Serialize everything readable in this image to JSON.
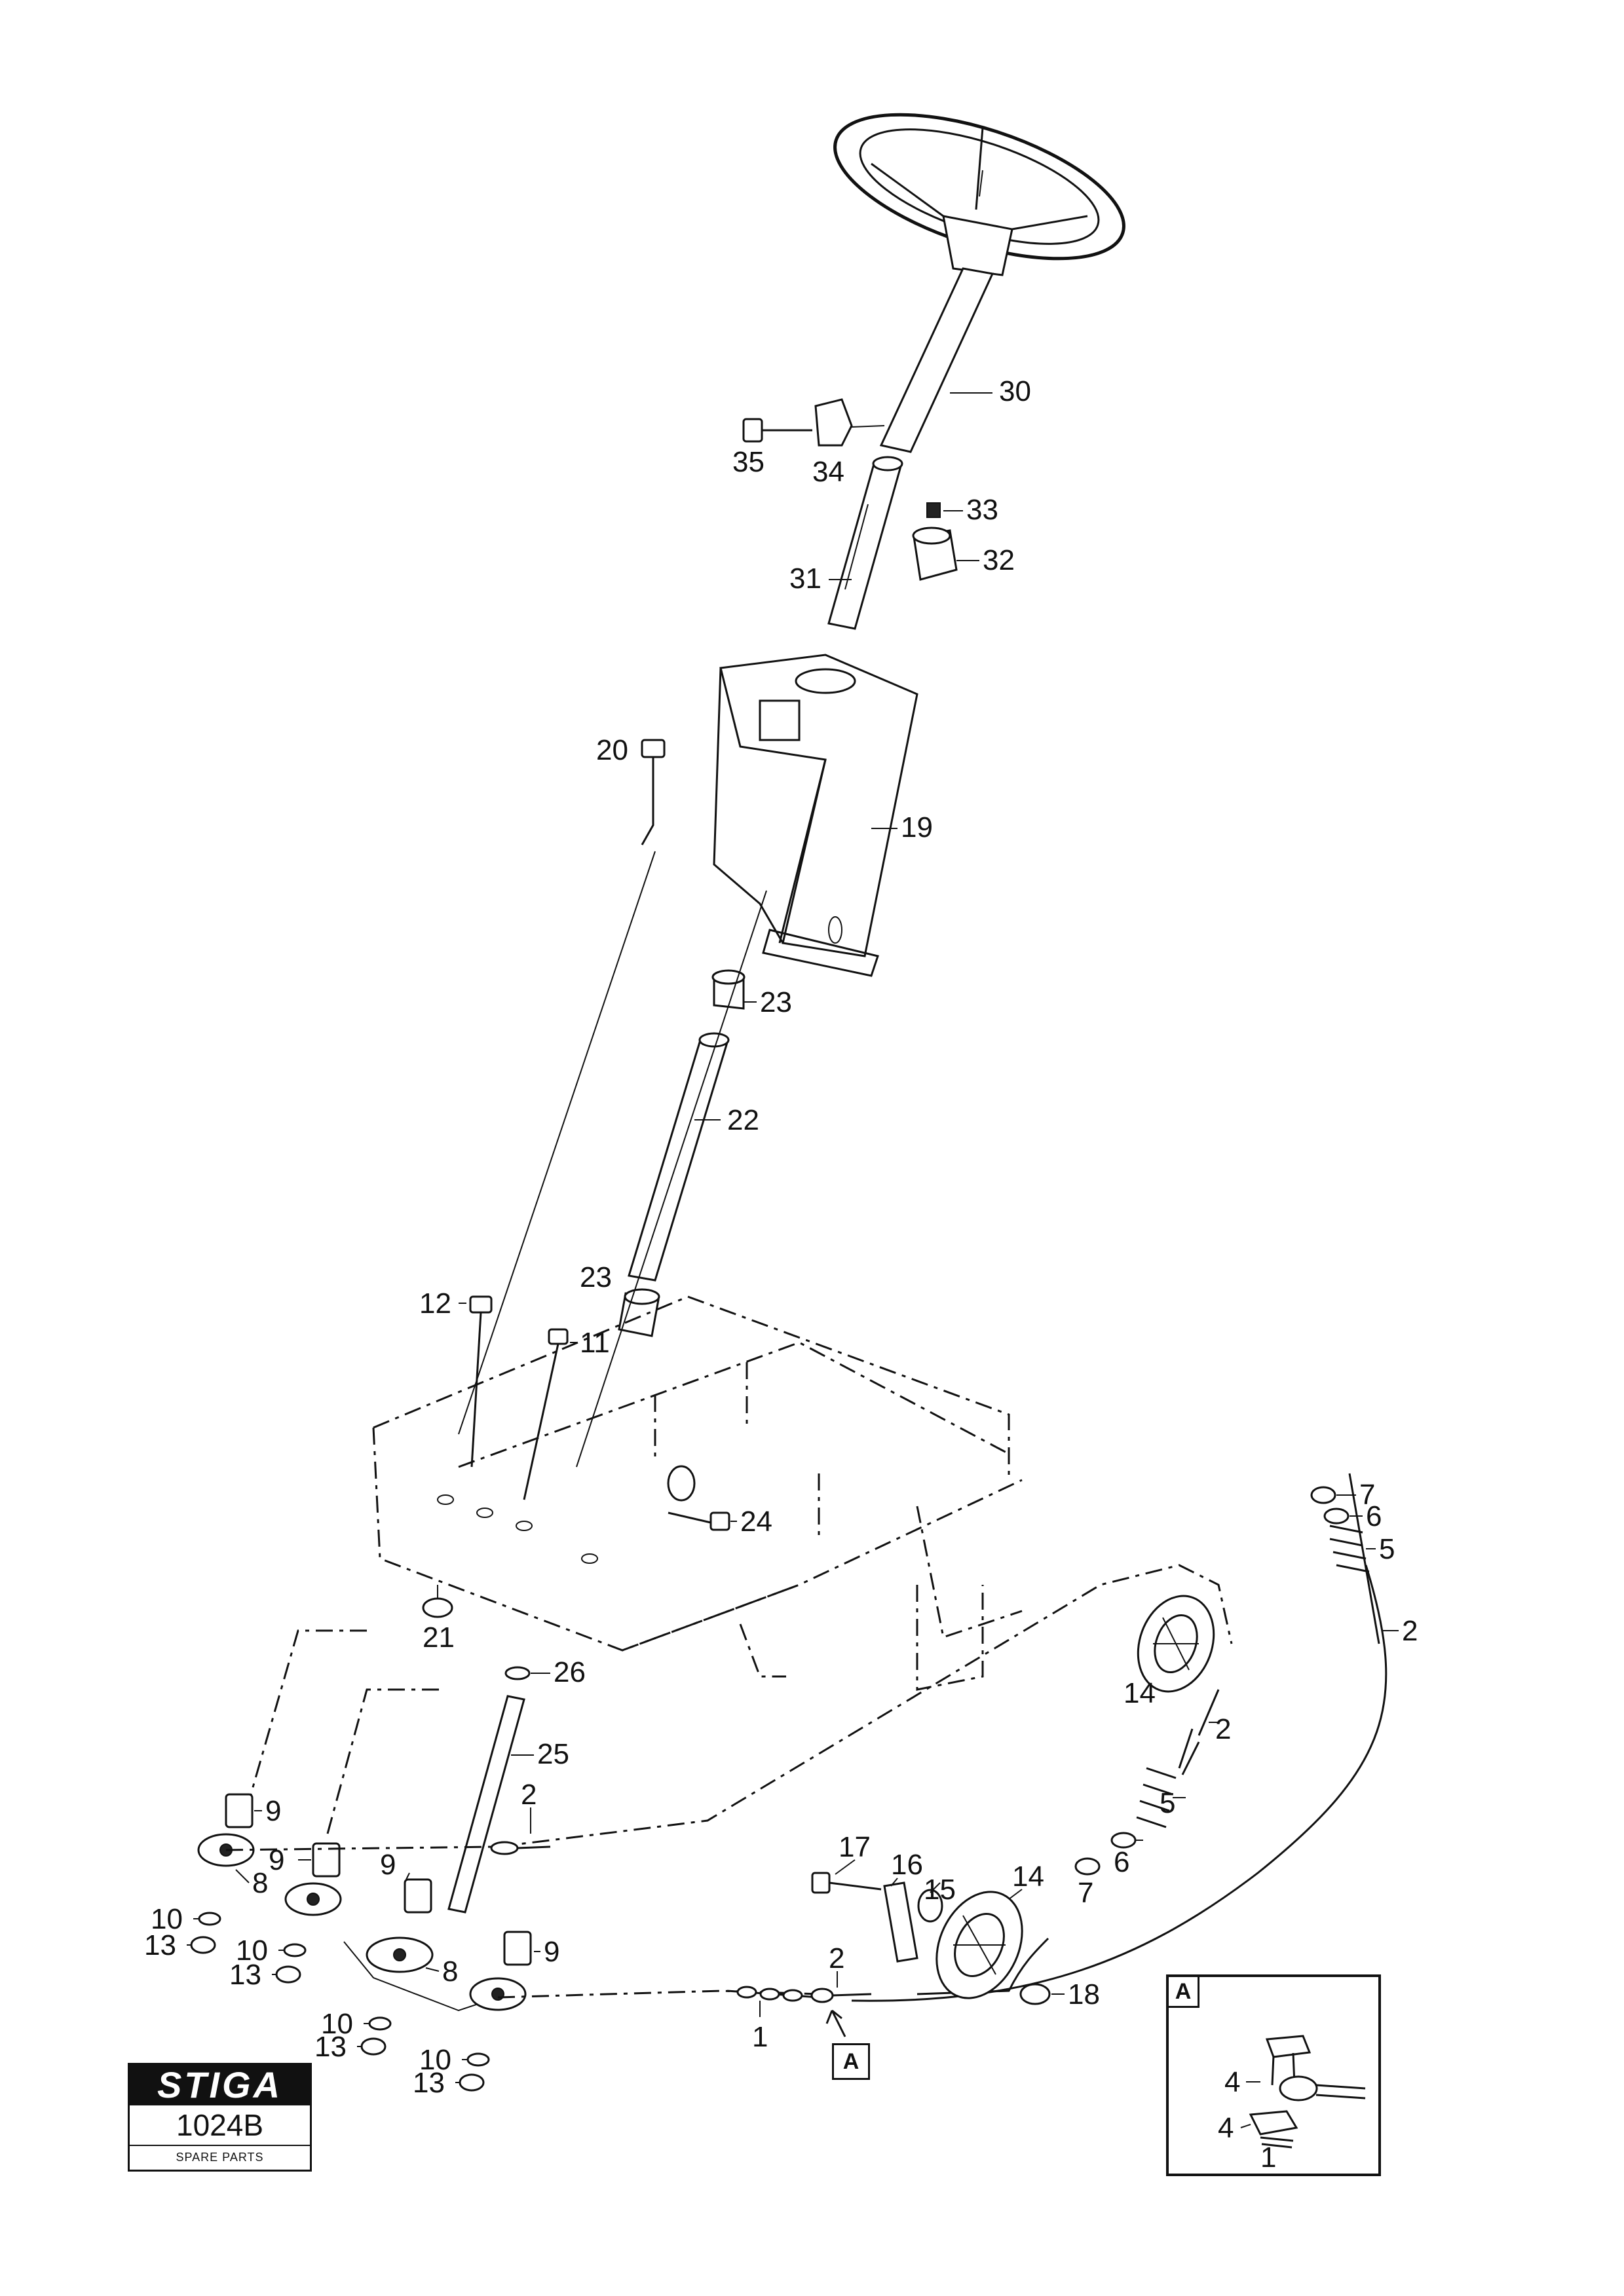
{
  "logo": {
    "brand": "STIGA",
    "code": "1024B",
    "subtitle": "SPARE PARTS"
  },
  "inset": {
    "tag": "A",
    "callouts": [
      "4",
      "4",
      "1"
    ]
  },
  "reference_marker": "A",
  "callouts": [
    {
      "id": "c30",
      "label": "30"
    },
    {
      "id": "c35",
      "label": "35"
    },
    {
      "id": "c34",
      "label": "34"
    },
    {
      "id": "c33",
      "label": "33"
    },
    {
      "id": "c32",
      "label": "32"
    },
    {
      "id": "c31",
      "label": "31"
    },
    {
      "id": "c20",
      "label": "20"
    },
    {
      "id": "c19",
      "label": "19"
    },
    {
      "id": "c23a",
      "label": "23"
    },
    {
      "id": "c22",
      "label": "22"
    },
    {
      "id": "c23b",
      "label": "23"
    },
    {
      "id": "c12",
      "label": "12"
    },
    {
      "id": "c11",
      "label": "11"
    },
    {
      "id": "c24",
      "label": "24"
    },
    {
      "id": "c21",
      "label": "21"
    },
    {
      "id": "c26",
      "label": "26"
    },
    {
      "id": "c25",
      "label": "25"
    },
    {
      "id": "c7a",
      "label": "7"
    },
    {
      "id": "c6a",
      "label": "6"
    },
    {
      "id": "c5a",
      "label": "5"
    },
    {
      "id": "c2a",
      "label": "2"
    },
    {
      "id": "c14a",
      "label": "14"
    },
    {
      "id": "c2b",
      "label": "2"
    },
    {
      "id": "c5b",
      "label": "5"
    },
    {
      "id": "c6b",
      "label": "6"
    },
    {
      "id": "c7b",
      "label": "7"
    },
    {
      "id": "c9a",
      "label": "9"
    },
    {
      "id": "c2c",
      "label": "2"
    },
    {
      "id": "c9b",
      "label": "9"
    },
    {
      "id": "c8a",
      "label": "8"
    },
    {
      "id": "c10a",
      "label": "10"
    },
    {
      "id": "c13a",
      "label": "13"
    },
    {
      "id": "c9c",
      "label": "9"
    },
    {
      "id": "c10b",
      "label": "10"
    },
    {
      "id": "c13b",
      "label": "13"
    },
    {
      "id": "c8b",
      "label": "8"
    },
    {
      "id": "c9d",
      "label": "9"
    },
    {
      "id": "c10c",
      "label": "10"
    },
    {
      "id": "c13c",
      "label": "13"
    },
    {
      "id": "c10d",
      "label": "10"
    },
    {
      "id": "c13d",
      "label": "13"
    },
    {
      "id": "c17",
      "label": "17"
    },
    {
      "id": "c16",
      "label": "16"
    },
    {
      "id": "c15",
      "label": "15"
    },
    {
      "id": "c14b",
      "label": "14"
    },
    {
      "id": "c18",
      "label": "18"
    },
    {
      "id": "c2d",
      "label": "2"
    },
    {
      "id": "c1",
      "label": "1"
    }
  ]
}
